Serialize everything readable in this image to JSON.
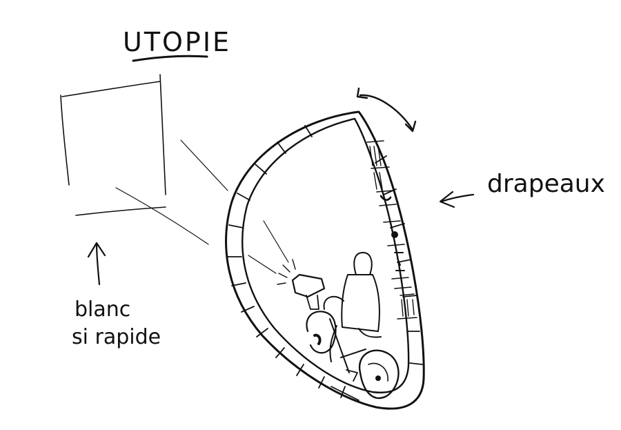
{
  "title": "UTOPIE",
  "labels": {
    "right": "drapeaux",
    "left_line1": "blanc",
    "left_line2": "si rapide"
  },
  "colors": {
    "ink": "#111111",
    "paper": "#ffffff"
  }
}
